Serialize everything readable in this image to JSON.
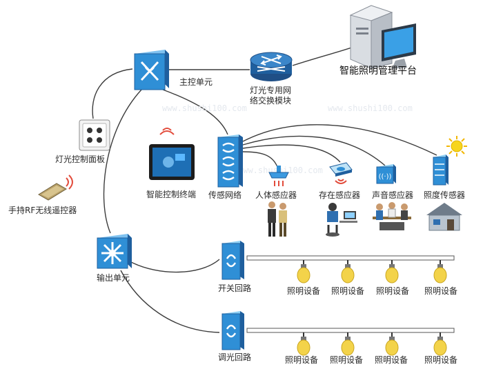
{
  "diagram": {
    "nodes": {
      "platform": {
        "label": "智能照明管理平台",
        "icon": "computer-icon"
      },
      "switch_module": {
        "label_line1": "灯光专用网",
        "label_line2": "络交换模块",
        "icon": "network-switch-icon"
      },
      "main_unit": {
        "label": "主控单元",
        "icon": "control-hub-icon"
      },
      "panel": {
        "label": "灯光控制面板",
        "icon": "control-panel-icon"
      },
      "remote": {
        "label": "手持RF无线遥控器",
        "icon": "remote-control-icon"
      },
      "terminal": {
        "label": "智能控制终端",
        "icon": "tablet-icon"
      },
      "sensor_network": {
        "label": "传感网络",
        "icon": "sensor-network-icon"
      },
      "sensors": [
        {
          "label": "人体感应器",
          "icon": "body-sensor-icon"
        },
        {
          "label": "存在感应器",
          "icon": "presence-sensor-icon"
        },
        {
          "label": "声音感应器",
          "icon": "sound-sensor-icon"
        },
        {
          "label": "照度传感器",
          "icon": "light-sensor-icon"
        }
      ],
      "output_unit": {
        "label": "输出单元",
        "icon": "output-hub-icon"
      },
      "switch_circuit": {
        "label": "开关回路",
        "icon": "switch-circuit-icon"
      },
      "dimmer_circuit": {
        "label": "调光回路",
        "icon": "dimmer-circuit-icon"
      },
      "fixtures_row1": [
        "照明设备",
        "照明设备",
        "照明设备",
        "照明设备"
      ],
      "fixtures_row2": [
        "照明设备",
        "照明设备",
        "照明设备",
        "照明设备"
      ]
    },
    "watermarks": [
      "www.shushi100.com",
      "www.shushi100.com",
      "www.shushi100.com"
    ],
    "colors": {
      "line": "#3c3c3c",
      "device_blue": "#2f8fd6",
      "device_dark": "#1f5f9e",
      "bulb": "#f3d34a",
      "sun": "#f7d51c"
    }
  }
}
